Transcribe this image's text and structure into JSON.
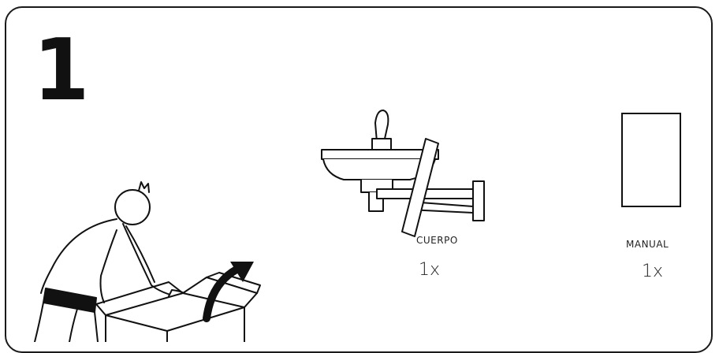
{
  "step": {
    "number": "1"
  },
  "parts": [
    {
      "label": "CUERPO",
      "quantity": "1x"
    },
    {
      "label": "MANUAL",
      "quantity": "1x"
    }
  ],
  "colors": {
    "ink": "#111111",
    "background": "#ffffff"
  },
  "illustrations": [
    "person-opening-box",
    "wall-mounted-sink-part",
    "manual-booklet"
  ]
}
